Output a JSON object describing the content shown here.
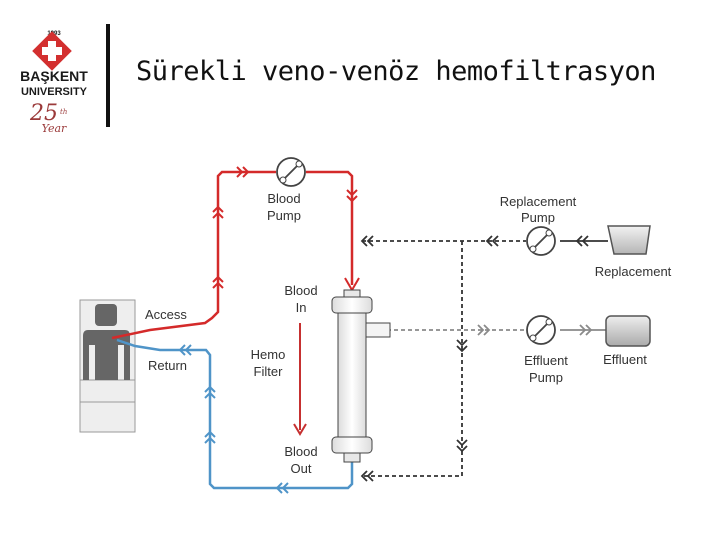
{
  "header": {
    "title": "Sürekli veno-venöz hemofiltrasyon",
    "logo": {
      "year": "1993",
      "name_line1": "BAŞKENT",
      "name_line2": "UNIVERSITY",
      "anniversary_number": "25",
      "anniversary_suffix": "th",
      "anniversary_word": "Year"
    }
  },
  "diagram": {
    "labels": {
      "blood_pump_line1": "Blood",
      "blood_pump_line2": "Pump",
      "replacement_pump_line1": "Replacement",
      "replacement_pump_line2": "Pump",
      "replacement": "Replacement",
      "blood_in_line1": "Blood",
      "blood_in_line2": "In",
      "access": "Access",
      "return": "Return",
      "hemo_filter_line1": "Hemo",
      "hemo_filter_line2": "Filter",
      "effluent_pump_line1": "Effluent",
      "effluent_pump_line2": "Pump",
      "effluent": "Effluent",
      "blood_out_line1": "Blood",
      "blood_out_line2": "Out"
    },
    "colors": {
      "arterial_line": "#d42a2a",
      "venous_line": "#4f94c8",
      "fluid_line": "#333333",
      "effluent_line": "#8a8a8a"
    }
  }
}
